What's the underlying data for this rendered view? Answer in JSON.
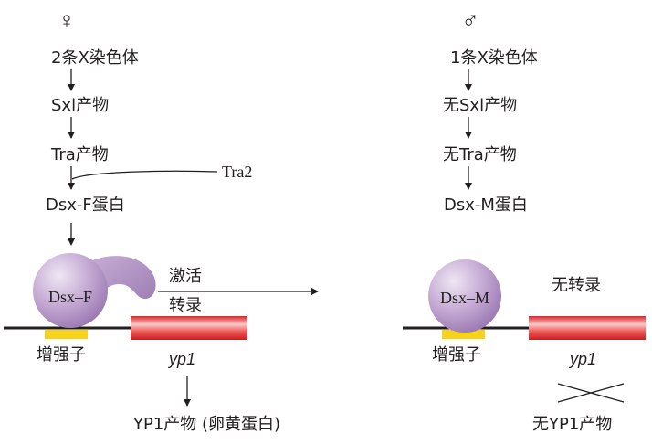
{
  "female": {
    "symbol": "♀",
    "steps": [
      "2条X染色体",
      "Sxl产物",
      "Tra产物",
      "Dsx-F蛋白"
    ],
    "cofactor": "Tra2",
    "protein_label": "Dsx–F",
    "activation_label_line1": "激活",
    "activation_label_line2": "转录",
    "enhancer_label": "增强子",
    "gene_label": "yp1",
    "product_label": "YP1产物 (卵黄蛋白)"
  },
  "male": {
    "symbol": "♂",
    "steps": [
      "1条X染色体",
      "无Sxl产物",
      "无Tra产物",
      "Dsx-M蛋白"
    ],
    "protein_label": "Dsx–M",
    "no_transcription_label": "无转录",
    "enhancer_label": "增强子",
    "gene_label": "yp1",
    "product_label": "无YP1产物"
  },
  "colors": {
    "protein": "#b79ac8",
    "protein_highlight": "#e6d9ee",
    "enhancer": "#f6d21b",
    "gene": "#e8373a",
    "gene_light": "#f7b0ae",
    "dna": "#231f20"
  }
}
